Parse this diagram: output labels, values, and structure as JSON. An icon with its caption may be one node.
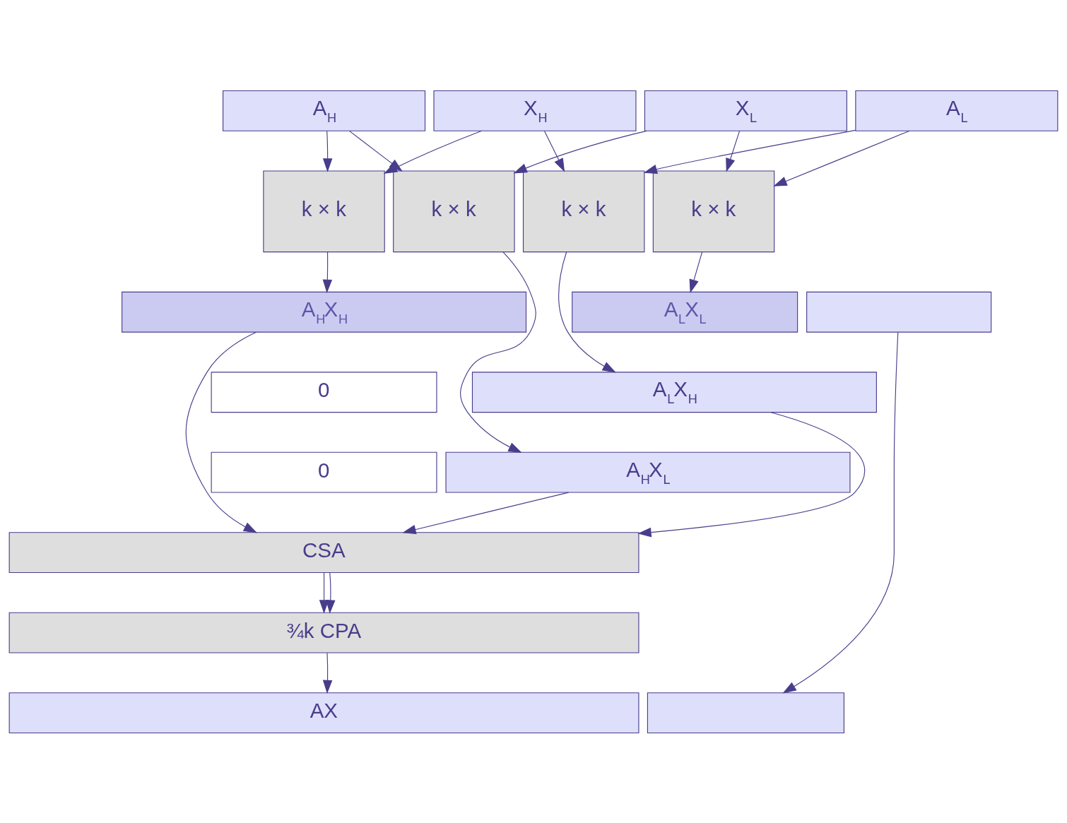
{
  "diagram": {
    "nodes": [
      {
        "text": [
          "A$_{H}$"
        ]
      },
      {
        "text": [
          "X$_{H}$"
        ]
      },
      {
        "text": [
          "X$_{L}$"
        ]
      },
      {
        "text": [
          "A$_{L}$"
        ]
      },
      {
        "text": [
          "k × k"
        ]
      },
      {
        "text": [
          "k × k"
        ]
      },
      {
        "text": [
          "k × k"
        ]
      },
      {
        "text": [
          "k × k"
        ]
      },
      {
        "text": [
          "A$_{H}$X$_{H}$"
        ]
      },
      {
        "text": [
          "A$_{L}$X$_{L}$"
        ]
      },
      {
        "text": [],
        "shape": "box"
      },
      {
        "text": [
          "0"
        ]
      },
      {
        "text": [
          "A$_{L}$X$_{H}$"
        ]
      },
      {
        "text": [
          "0"
        ]
      },
      {
        "text": [
          "A$_{H}$X$_{L}$"
        ]
      },
      {
        "text": [
          "CSA"
        ]
      },
      {
        "text": [
          "¾k CPA"
        ]
      },
      {
        "text": [
          "AX"
        ]
      },
      {
        "text": [],
        "shape": "box"
      }
    ],
    "edges": [
      {
        "from": 0,
        "to": 4,
        "arrow": "to"
      },
      {
        "from": 0,
        "to": 5,
        "arrow": "to"
      },
      {
        "from": 1,
        "to": 4,
        "arrow": "to"
      },
      {
        "from": 1,
        "to": 6,
        "arrow": "to"
      },
      {
        "from": 2,
        "to": 5,
        "arrow": "to"
      },
      {
        "from": 2,
        "to": 7,
        "arrow": "to"
      },
      {
        "from": 3,
        "to": 6,
        "arrow": "to"
      },
      {
        "from": 3,
        "to": 7,
        "arrow": "to"
      },
      {
        "from": 4,
        "to": 8,
        "arrow": "to"
      },
      {
        "from": 7,
        "to": 9,
        "arrow": "to"
      },
      {
        "from": 6,
        "to": 12,
        "arrow": "to"
      },
      {
        "from": 5,
        "to": 14,
        "arrow": "to"
      },
      {
        "from": 8,
        "to": 15,
        "arrow": "to"
      },
      {
        "from": 14,
        "to": 15,
        "arrow": "to"
      },
      {
        "from": 12,
        "to": 15,
        "arrow": "to"
      },
      {
        "from": 15,
        "to": 16,
        "arrow": "to"
      },
      {
        "from": 15,
        "to": 16,
        "arrow": "to"
      },
      {
        "from": 16,
        "to": 17,
        "arrow": "to"
      },
      {
        "from": 10,
        "to": 18,
        "arrow": "to"
      }
    ]
  }
}
